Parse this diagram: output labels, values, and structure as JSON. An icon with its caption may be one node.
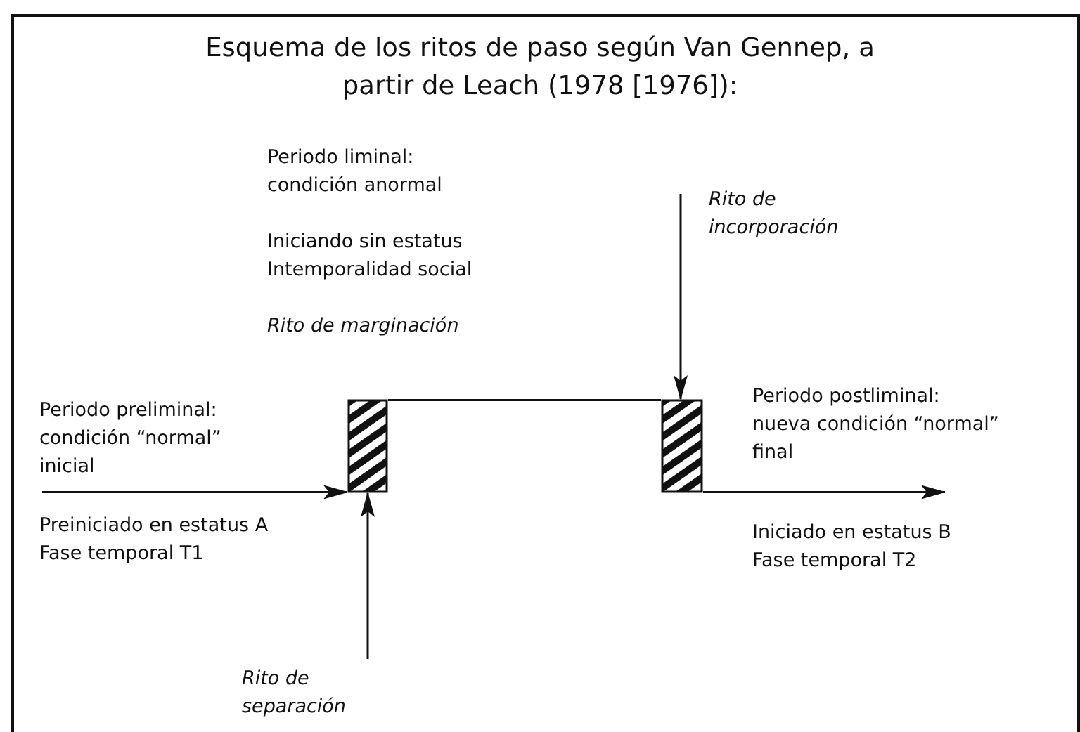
{
  "diagram": {
    "title": "Esquema de los ritos de paso según Van Gennep, a partir de Leach (1978 [1976]):",
    "nodes": [
      {
        "text": [
          "Rito de incorporación"
        ]
      },
      {
        "text": [],
        "shape": "bar"
      },
      {
        "text": [],
        "shape": "bar"
      },
      {
        "text": [
          "Rito de separación"
        ]
      }
    ],
    "edges": [
      {
        "from": 1,
        "to": 2,
        "arrow": "none"
      },
      {
        "from": null,
        "to": 1,
        "arrow": "to"
      },
      {
        "from": 2,
        "to": null,
        "arrow": "to"
      },
      {
        "from": 3,
        "to": 1,
        "arrow": "to"
      },
      {
        "from": 0,
        "to": 2,
        "arrow": "to"
      }
    ],
    "labels": [
      "Periodo liminal: condición anormal",
      "Iniciando sin estatus Intemporalidad social",
      "Rito de marginación",
      "Periodo preliminal: condición “normal” inicial",
      "Preiniciado en estatus A Fase temporal T1",
      "Periodo postliminal: nueva condición “normal” final",
      "Iniciado en estatus B Fase temporal T2"
    ]
  }
}
